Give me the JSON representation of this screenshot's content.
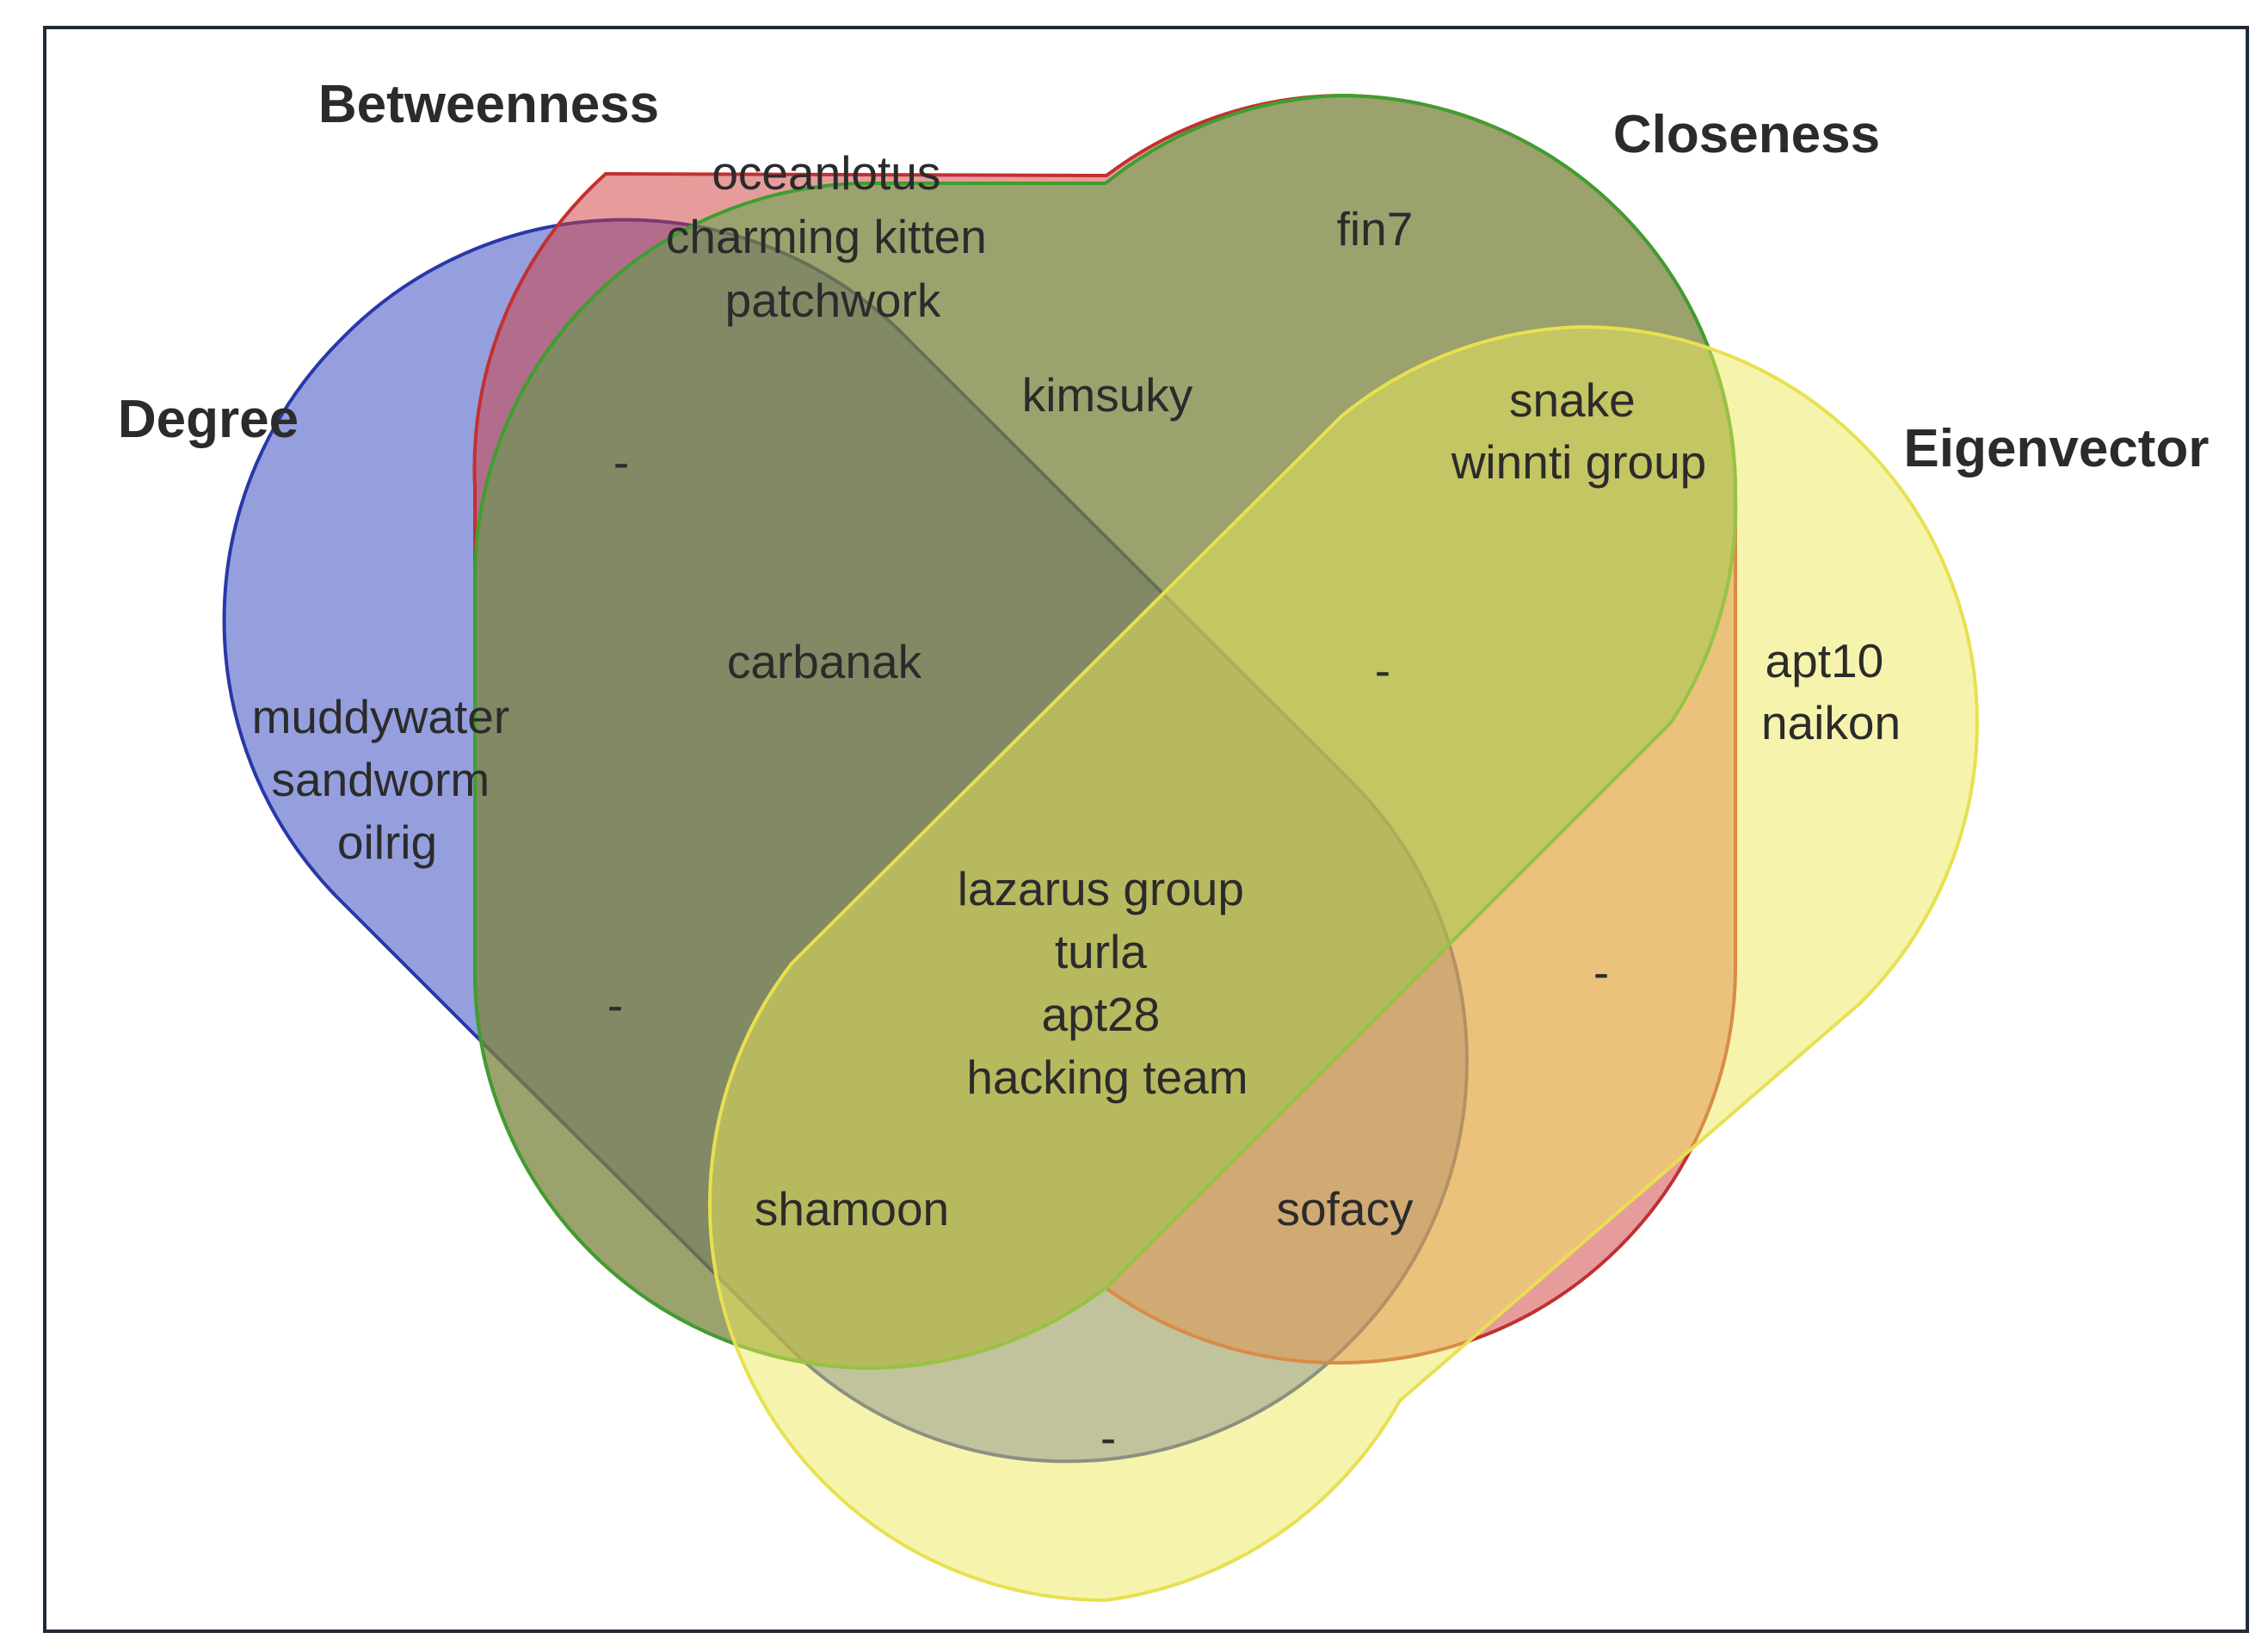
{
  "sets": [
    {
      "id": "degree",
      "title": "Degree",
      "fill": "#2c3fbd",
      "stroke": "#2838a8"
    },
    {
      "id": "betweenness",
      "title": "Betweenness",
      "fill": "#cf3a3a",
      "stroke": "#c23030"
    },
    {
      "id": "closeness",
      "title": "Closeness",
      "fill": "#4fa83d",
      "stroke": "#3f9e2f"
    },
    {
      "id": "eigenvector",
      "title": "Eigenvector",
      "fill": "#eee85a",
      "stroke": "#e8e050"
    }
  ],
  "regions": [
    {
      "sets": [
        "betweenness"
      ],
      "items": [
        "oceanlotus",
        "charming kitten",
        "patchwork"
      ]
    },
    {
      "sets": [
        "closeness"
      ],
      "items": [
        "fin7"
      ]
    },
    {
      "sets": [
        "betweenness",
        "closeness"
      ],
      "items": [
        "kimsuky"
      ]
    },
    {
      "sets": [
        "closeness",
        "eigenvector"
      ],
      "items": [
        "snake",
        "winnti group"
      ]
    },
    {
      "sets": [
        "degree",
        "betweenness"
      ],
      "items": [
        "-"
      ]
    },
    {
      "sets": [
        "degree",
        "betweenness",
        "closeness"
      ],
      "items": [
        "carbanak"
      ]
    },
    {
      "sets": [
        "betweenness",
        "closeness",
        "eigenvector"
      ],
      "items": [
        "-"
      ]
    },
    {
      "sets": [
        "eigenvector"
      ],
      "items": [
        "apt10",
        "naikon"
      ]
    },
    {
      "sets": [
        "degree"
      ],
      "items": [
        "muddywater",
        "sandworm",
        "oilrig"
      ]
    },
    {
      "sets": [
        "degree",
        "betweenness",
        "closeness",
        "eigenvector"
      ],
      "items": [
        "lazarus group",
        "turla",
        "apt28",
        "hacking team"
      ]
    },
    {
      "sets": [
        "degree",
        "closeness"
      ],
      "items": [
        "-"
      ]
    },
    {
      "sets": [
        "betweenness",
        "eigenvector"
      ],
      "items": [
        "-"
      ]
    },
    {
      "sets": [
        "degree",
        "closeness",
        "eigenvector"
      ],
      "items": [
        "shamoon"
      ]
    },
    {
      "sets": [
        "degree",
        "betweenness",
        "eigenvector"
      ],
      "items": [
        "sofacy"
      ]
    },
    {
      "sets": [
        "degree",
        "eigenvector"
      ],
      "items": [
        "-"
      ]
    }
  ]
}
